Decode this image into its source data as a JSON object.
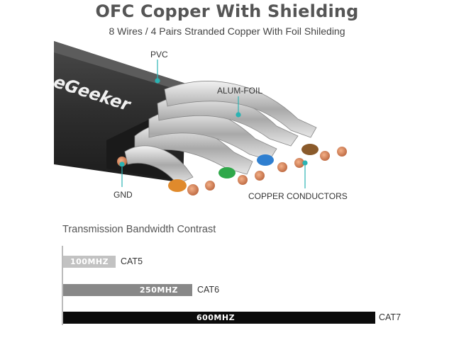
{
  "header": {
    "title": "OFC Copper With Shielding",
    "subtitle": "8 Wires / 4 Pairs Stranded Copper With Foil Shileding"
  },
  "illustration": {
    "brand_text": "eGeeker",
    "labels": {
      "pvc": "PVC",
      "alum_foil": "ALUM-FOIL",
      "gnd": "GND",
      "copper_conductors": "COPPER CONDUCTORS"
    },
    "colors": {
      "jacket": "#3a3a3a",
      "foil": "#c8c8c8",
      "copper": "#d9865a",
      "pair_brown": "#8a5a2b",
      "pair_blue": "#2f7fd0",
      "pair_green": "#2fa84a",
      "pair_orange": "#e08a2c",
      "callout": "#2bb3b3"
    }
  },
  "bandwidth": {
    "heading": "Transmission Bandwidth Contrast",
    "bars": [
      {
        "category": "CAT5",
        "bandwidth_label": "100MHZ",
        "value": 100,
        "color": "#c2c2c2"
      },
      {
        "category": "CAT6",
        "bandwidth_label": "250MHZ",
        "value": 250,
        "color": "#888888"
      },
      {
        "category": "CAT7",
        "bandwidth_label": "600MHZ",
        "value": 600,
        "color": "#0b0b0b"
      }
    ]
  }
}
